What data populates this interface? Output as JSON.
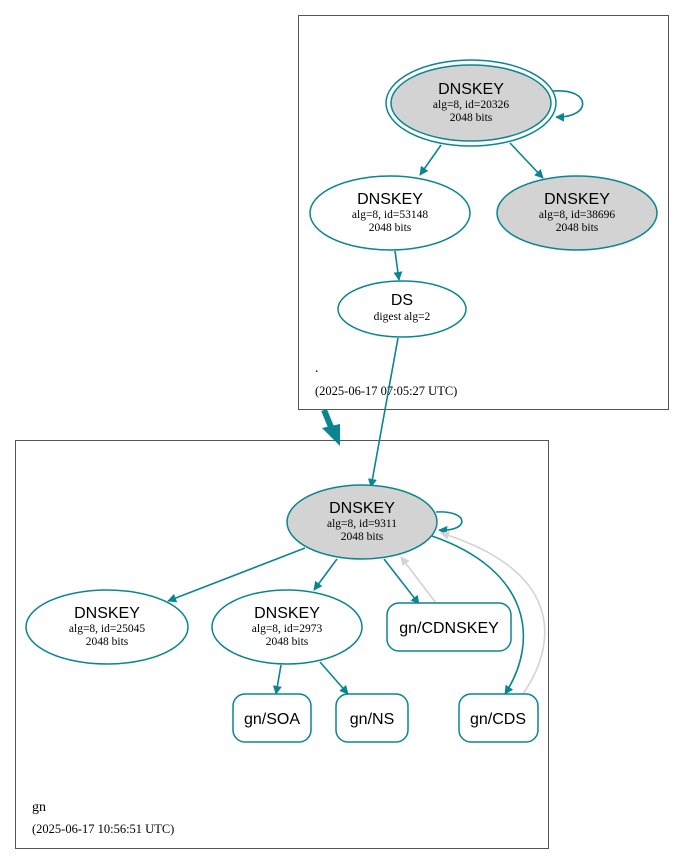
{
  "colors": {
    "stroke": "#0a8591",
    "fill_gray": "#d3d3d3",
    "fill_white": "#ffffff",
    "edge_gray": "#d3d3d3",
    "box": "#555555"
  },
  "zones": {
    "root": {
      "name": ".",
      "timestamp": "(2025-06-17 07:05:27 UTC)"
    },
    "gn": {
      "name": "gn",
      "timestamp": "(2025-06-17 10:56:51 UTC)"
    }
  },
  "nodes": {
    "root_ksk": {
      "title": "DNSKEY",
      "line1": "alg=8, id=20326",
      "line2": "2048 bits"
    },
    "root_zsk": {
      "title": "DNSKEY",
      "line1": "alg=8, id=53148",
      "line2": "2048 bits"
    },
    "root_key3": {
      "title": "DNSKEY",
      "line1": "alg=8, id=38696",
      "line2": "2048 bits"
    },
    "root_ds": {
      "title": "DS",
      "line1": "digest alg=2"
    },
    "gn_ksk": {
      "title": "DNSKEY",
      "line1": "alg=8, id=9311",
      "line2": "2048 bits"
    },
    "gn_key25045": {
      "title": "DNSKEY",
      "line1": "alg=8, id=25045",
      "line2": "2048 bits"
    },
    "gn_zsk": {
      "title": "DNSKEY",
      "line1": "alg=8, id=2973",
      "line2": "2048 bits"
    },
    "gn_cdnskey": {
      "title": "gn/CDNSKEY"
    },
    "gn_soa": {
      "title": "gn/SOA"
    },
    "gn_ns": {
      "title": "gn/NS"
    },
    "gn_cds": {
      "title": "gn/CDS"
    }
  }
}
